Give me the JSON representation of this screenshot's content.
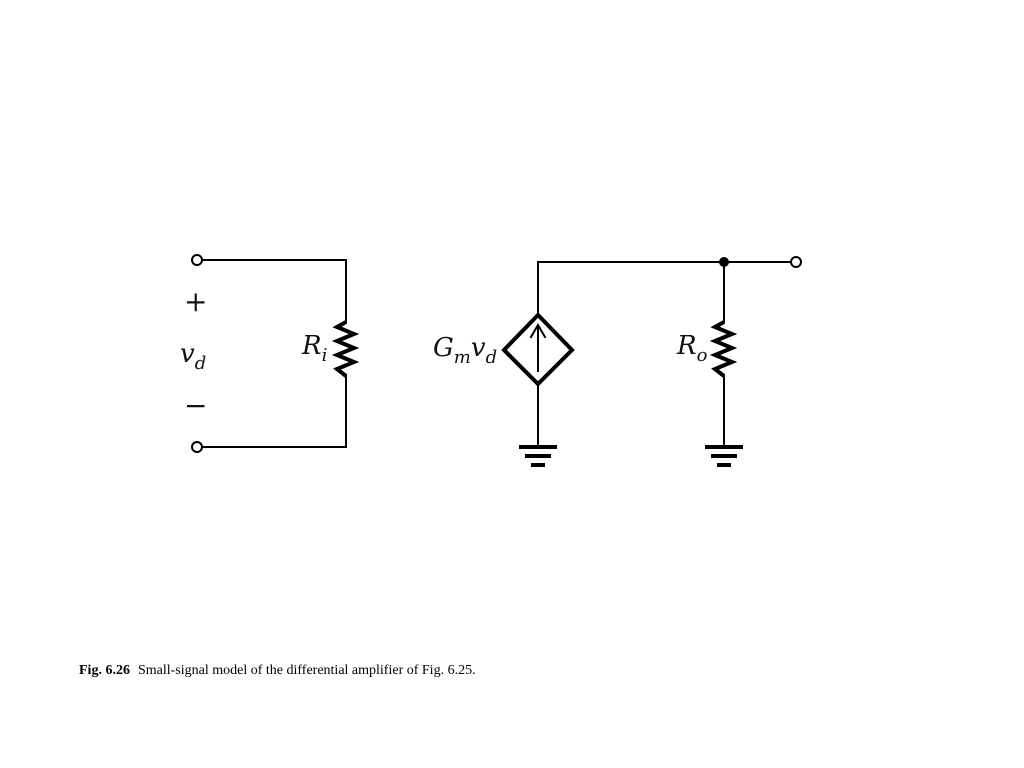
{
  "circuit": {
    "input_plus": "+",
    "input_minus": "−",
    "input_voltage": {
      "symbol": "v",
      "sub": "d"
    },
    "input_resistor": {
      "symbol": "R",
      "sub": "i"
    },
    "output_resistor": {
      "symbol": "R",
      "sub": "o"
    },
    "controlled_source": {
      "symbol": "G",
      "sub1": "m",
      "symbol2": "v",
      "sub2": "d"
    }
  },
  "caption": {
    "figure": "Fig. 6.26",
    "text": "Small-signal model of the differential amplifier of Fig. 6.25."
  }
}
